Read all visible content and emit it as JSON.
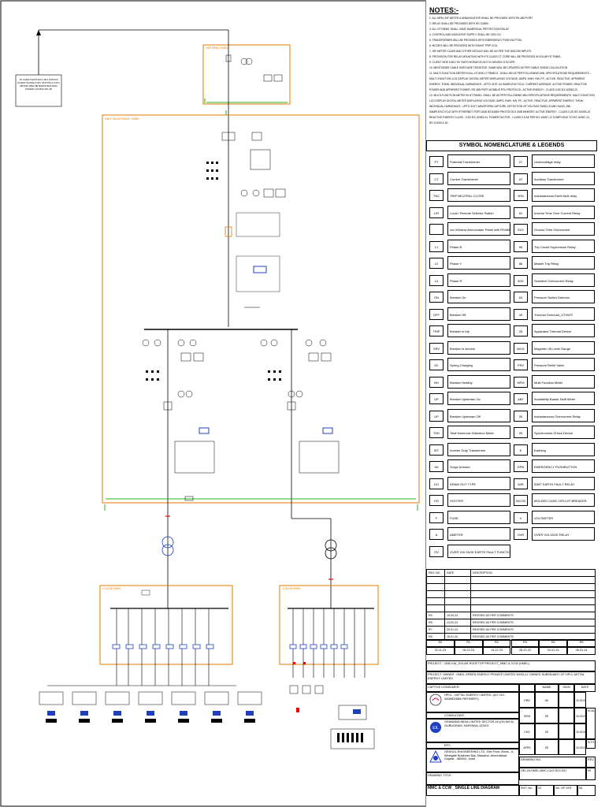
{
  "notes": {
    "title": "NOTES:-",
    "items": [
      "1.    ALL MFM, INF METER & ANNUNCIATOR SHALL BE PROVIDED WITH RS-485 PORT.",
      "2.    RELAY SHALL BE PROVIDED WITH IEC 61850.",
      "3.    ALL HT PANEL SHALL HAVE NUMERICAL PROTECTION RELAY.",
      "4.    CONTROL AND INDICATIVE SUPPLY SHALL BE 220V DC.",
      "5.    TRANSFORMER WILL BE PROVIDED WITH EMERGENCY PUSH BUTTON.",
      "6.    MCCB'S WILL BE PROVIDED WITH SHUNT TRIP COIL.",
      "7.    INF METER CLASS AND OTHER DETAILS WILL BE AS PER THE DISCOM INPUTS.",
      "8.    PROVISION FOR RELAY MOUNTING WITH PS CLASS CT CORE WILL BE PROVIDED IN SOLAR HT PANEL.",
      "9.    CLIENT SIDE 6.6KV HV SWITCHGEAR IS NOT IN GENSOL'S SCOPE.",
      "10.   MENTIONED CABLE SIZES ARE TENTATIVE. SAME WILL BE UPDATED AS PER CABLE SIZING CALCULATION.",
      "11.   MULTI-FUNCTION METER IN ALL HT AND LT PANELS : SHALL BE AS PER FOLLOWING MIN. SPECIFICATIONS REQUIREMENTS :-",
      "       MULTI-FUNCTION LCD DISPLAY DIGITAL METER DISPLAYING VOLTAGE, AMPS, KWH, KW, P.F., ACTIVE, REACTIVE, APPARENT",
      "       ENERGY, THDW, INDIVIDUAL HARMONICS : UPTO 31ST, 64 SAMPLES/CYCLE, CURRENT AVERAGE, ACTIVE POWER, REACTIVE",
      "       POWER AND APPARENT POWER. RS 485 PORT MODBUS RTU PROTOCOL. ACTIVE ENERGY - CLASS 0.5S IEC 62053-22.",
      "12.   MULTI-FUNCTION METER IN HT PANEL: SHALL BE AS PER FOLLOWING MIN SPECIFICATIONS REQUIREMENTS. MULTI-FUNCTION",
      "       LCD DISPLAY DIGITAL METER DISPLAYING VOLTAGE, AMPS, KWH, KW, P.F., ACTIVE, REACTIVE, APPARENT ENERGY, THDW,",
      "       INDIVIDUAL HARMONICS : UPTO 31ST, WAVEFORM CAPTURE, DETECTION OF VOLTAGE SWELLS AND SAGS, 256",
      "       SAMPLES/CYCLE WITH ETHERNET PORT AND IEC61850 PROTOCOLS 2MB MEMORY. ACTIVE ENERGY - CLASS 0.2S IEC 62053-22",
      "       REACTIVE ENERGY CLASS - 0.5S IEC 62053-24. POWER FACTOR - CLASS 0.5 AS PER IEC 61557-12 COMPLYING TO IEC 61557-12,",
      "       IEC 61000-4-30."
    ]
  },
  "legend": {
    "title": "SYMBOL NOMENCLATURE & LEGENDS",
    "left": [
      {
        "sym": "PT",
        "label": "Potential Transformer"
      },
      {
        "sym": "CT",
        "label": "Current Transformer"
      },
      {
        "sym": "TNC",
        "label": "TRIP NEUTRAL CLOSE"
      },
      {
        "sym": "L/R",
        "label": "Local / Remote Selector Switch"
      },
      {
        "sym": "",
        "label": "xxx Window Annunciator Panel with RS485 port"
      },
      {
        "sym": "L1",
        "label": "Phase B"
      },
      {
        "sym": "L2",
        "label": "Phase Y"
      },
      {
        "sym": "L3",
        "label": "Phase R"
      },
      {
        "sym": "ON",
        "label": "Breaker On"
      },
      {
        "sym": "OFF",
        "label": "Breaker Off"
      },
      {
        "sym": "TRIP",
        "label": "Breaker in trip"
      },
      {
        "sym": "SRV",
        "label": "Breaker in service"
      },
      {
        "sym": "SC",
        "label": "Spring Charging"
      },
      {
        "sym": "BH",
        "label": "Breaker Healthy"
      },
      {
        "sym": "UP",
        "label": "Breaker Upstream On"
      },
      {
        "sym": "UP",
        "label": "Breaker Upstream Off"
      },
      {
        "sym": "THD",
        "label": "Total Harmonic Distortion Meter"
      },
      {
        "sym": "IDT",
        "label": "Inverter Duty Transformer"
      },
      {
        "sym": "SA",
        "label": "Surge Arrestor"
      },
      {
        "sym": "DO",
        "label": "DRAW OUT TYPE"
      },
      {
        "sym": "HO",
        "label": "HOOTER"
      },
      {
        "sym": "F",
        "label": "FUSE"
      },
      {
        "sym": "A",
        "label": "AMETER"
      },
      {
        "sym": "OV",
        "label": "OVER VOLTAGE EARTH FAULT FUNCTION"
      }
    ],
    "right": [
      {
        "sym": "27",
        "label": "Undervoltage relay"
      },
      {
        "sym": "AT",
        "label": "Auxiliary Transformer"
      },
      {
        "sym": "50N",
        "label": "Instantaneous Earth fault relay"
      },
      {
        "sym": "51",
        "label": "Inverse Time Over Current Relay"
      },
      {
        "sym": "51G",
        "label": "Ground Time Overcurrent"
      },
      {
        "sym": "95",
        "label": "Trip Circuit Supervision Relay"
      },
      {
        "sym": "86",
        "label": "Master Trip Relay"
      },
      {
        "sym": "50G",
        "label": "Sensitive Overcurrent Relay"
      },
      {
        "sym": "63",
        "label": "Pressure Switch Detector"
      },
      {
        "sym": "49",
        "label": "Thermal Overload_OTI/WTI"
      },
      {
        "sym": "26",
        "label": "Apparatus Thermal Device"
      },
      {
        "sym": "MOG",
        "label": "Magnetic Oil Level Gauge"
      },
      {
        "sym": "PRV",
        "label": "Pressure Relief Valve"
      },
      {
        "sym": "MFM",
        "label": "Multi Function Meter"
      },
      {
        "sym": "ABT",
        "label": "Availability Based Tariff Meter"
      },
      {
        "sym": "50",
        "label": "Instantaneous Overcurrent Relay"
      },
      {
        "sym": "25",
        "label": "Synchronism-Check Device"
      },
      {
        "sym": "E",
        "label": "Earthing"
      },
      {
        "sym": "EPB",
        "label": "EMERGENCY PUSHBUTTON"
      },
      {
        "sym": "64R",
        "label": "IDMT EARTH FAULT RELAY"
      },
      {
        "sym": "MCCB",
        "label": "MOLDED CASE CIRCUIT BREAKER"
      },
      {
        "sym": "V",
        "label": "VOLTMETER"
      },
      {
        "sym": "OVR",
        "label": "OVER VOLTAGE RELAY"
      }
    ]
  },
  "revisions": {
    "headers": [
      "REV. NO.",
      "DATE",
      "DESCRIPTION"
    ],
    "rows": [
      [
        "R9",
        "15.03.24",
        "REVISED AS PER COMMENTS"
      ],
      [
        "R8",
        "13.02.24",
        "REVISED AS PER COMMENTS"
      ],
      [
        "R7",
        "25.01.24",
        "REVISED AS PER COMMENTS"
      ],
      [
        "R6",
        "16.01.24",
        "REVISED AS PER COMMENTS"
      ]
    ],
    "history_labels": [
      "R0",
      "R1",
      "R2",
      "R3",
      "R4",
      "R5"
    ],
    "history_dates": [
      "22.11.23",
      "06.12.23",
      "14.12.23",
      "28.12.23",
      "02.01.24",
      "08.01.24"
    ]
  },
  "title_block": {
    "project": "PROJECT : 1530 KW_SOLAR ROOFTOP PROJECT_MMC & CCW (HMEL)",
    "owner": "PROJECT OWNER : HMEL GREEN ENERGY PRIVATE LIMITED WHOLLY OWNED SUBSIDIARY OF HPCL MITTAL ENERGY LIMITED",
    "cap_consumer": "CAPTIVE CONSUMER:",
    "client": "HPCL - MITTAL ENERGY LIMITED. (A/C NO.: 3008802889/ REFINERY)",
    "consultant_label": "CONSULTANT:",
    "consultant": "GRAMAMA INDIA LIMITED SECTOR-16 (ON NH-8) GURUGRAM, HARYANA-122001",
    "epc_label": "EPC:",
    "epc": "GENSOL ENGINEERING LTD. 15th Floor, Block - A, Westgate Business Bay, Makarba, Ahmedabad, Gujarat - 380051, India",
    "sign_headers": [
      "NAME",
      "SIGN",
      "DATE"
    ],
    "sign_rows": [
      [
        "DRN",
        "AK",
        "",
        "15.03.2024"
      ],
      [
        "SIGN",
        "SS",
        "",
        "15.03.2024"
      ],
      [
        "CKD",
        "SS",
        "",
        "15.03.2024"
      ],
      [
        "APPD",
        "SS",
        "",
        "15.03.2024"
      ]
    ],
    "scale_label": "SCALE",
    "scale": "N.T.S",
    "drawing_no_label": "DRAWING NO.",
    "drawing_no": "GEL-IN-HMEL-MMC-CA-E-SLD-001",
    "rev_label": "REV.",
    "rev": "09",
    "drawing_title_label": "DRAWING TITLE:",
    "drawing_title": "MMC & CCW _SINGLE LINE DIAGRAM",
    "sht_label": "SHT. No.",
    "sht": "02",
    "sht_of_label": "No. OF SHT.",
    "sht_of": "06"
  },
  "diagram": {
    "client_box": "TO CLIENT EXISTING 6.6KV STATION (CLIENT SCOPE) 6.6KV STATION-1 6.6KV, 3Ø 50Hz RMU METERING BUILDING POWER 1.25 MVA 25A CB",
    "metering_panel": "METERING PANEL",
    "ht_panel": "6.6KV SOLAR PANEL / SWBD",
    "acdb_left": "LT ACDB PANEL",
    "acdb_right": "LT ACDB PANEL"
  }
}
